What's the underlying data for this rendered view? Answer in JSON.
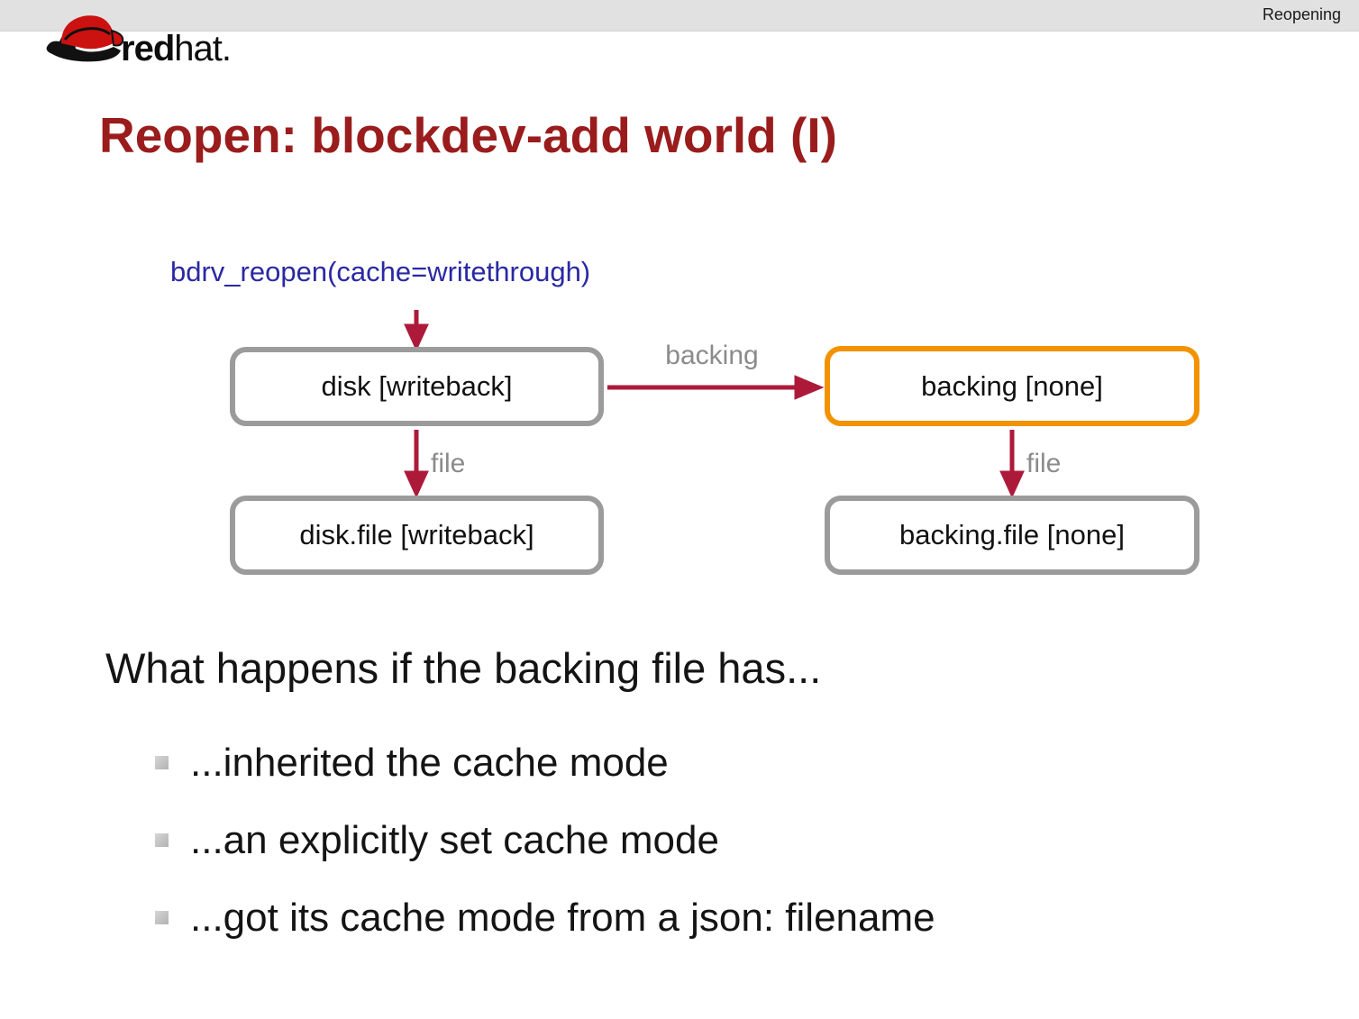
{
  "topbar": {
    "section_label": "Reopening"
  },
  "logo": {
    "brand_bold": "red",
    "brand_regular": "hat."
  },
  "slide": {
    "title": "Reopen: blockdev-add world (I)",
    "question": "What happens if the backing file has...",
    "bullets": [
      "...inherited the cache mode",
      "...an explicitly set cache mode",
      "...got its cache mode from a json: filename"
    ]
  },
  "diagram": {
    "call": "bdrv_reopen(cache=writethrough)",
    "nodes": {
      "disk": "disk [writeback]",
      "backing": "backing [none]",
      "disk_file": "disk.file [writeback]",
      "backing_file": "backing.file [none]"
    },
    "edge_labels": {
      "backing": "backing",
      "file_left": "file",
      "file_right": "file"
    }
  },
  "colors": {
    "title_red": "#9a1c1c",
    "code_blue": "#2a29a3",
    "arrow_crimson": "#ad1a39",
    "box_border_gray": "#9b9b9b",
    "highlight_orange": "#f29200",
    "edge_label_gray": "#8b8b8b",
    "topbar_bg": "#e1e1e1"
  }
}
